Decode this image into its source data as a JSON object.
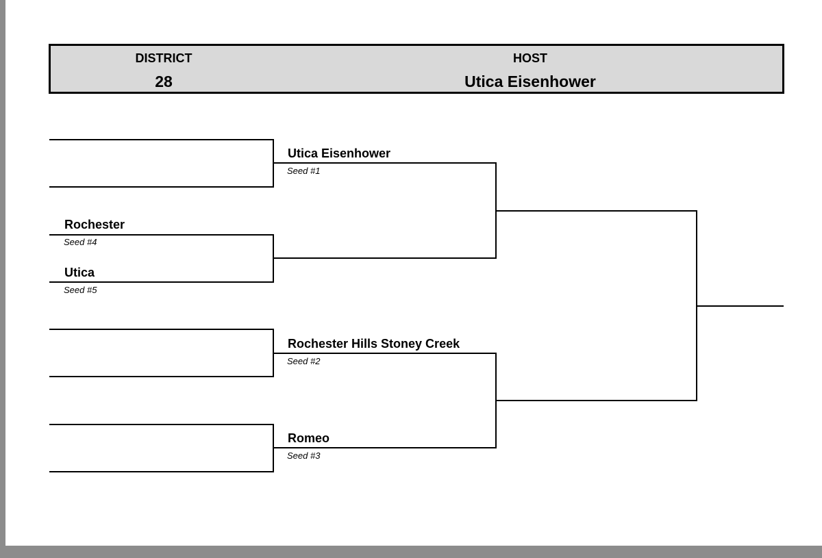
{
  "header": {
    "district_label": "DISTRICT",
    "district_value": "28",
    "host_label": "HOST",
    "host_value": "Utica Eisenhower"
  },
  "bracket": {
    "round1": [
      {
        "team": "Rochester",
        "seed": "Seed #4"
      },
      {
        "team": "Utica",
        "seed": "Seed #5"
      }
    ],
    "round2": [
      {
        "team": "Utica Eisenhower",
        "seed": "Seed #1"
      },
      {
        "team": "Rochester Hills Stoney Creek",
        "seed": "Seed #2"
      },
      {
        "team": "Romeo",
        "seed": "Seed #3"
      }
    ]
  }
}
